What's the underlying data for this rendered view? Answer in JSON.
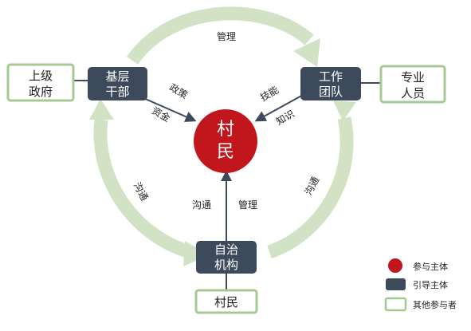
{
  "center": {
    "line1": "村",
    "line2": "民"
  },
  "nodes": {
    "cadres": {
      "line1": "基层",
      "line2": "干部"
    },
    "team": {
      "line1": "工作",
      "line2": "团队"
    },
    "autonomy": {
      "line1": "自治",
      "line2": "机构"
    }
  },
  "participants": {
    "government": {
      "line1": "上级",
      "line2": "政府"
    },
    "specialists": {
      "line1": "专业",
      "line2": "人员"
    },
    "villagers": {
      "line1": "村民"
    }
  },
  "arrow_labels": {
    "top": "管理",
    "left": "沟通",
    "right": "沟通"
  },
  "link_labels": {
    "policy": "政策",
    "funds": "资金",
    "skills": "技能",
    "knowledge": "知识",
    "communicate": "沟通",
    "manage": "管理"
  },
  "legend": {
    "participant_main": "参与主体",
    "guide_main": "引导主体",
    "other_participant": "其他参与者"
  },
  "colors": {
    "red": "#c0161c",
    "navy": "#3d4a5c",
    "green_fill": "#d2e3c5",
    "green_border": "#a6c994",
    "text_dark": "#222222"
  }
}
